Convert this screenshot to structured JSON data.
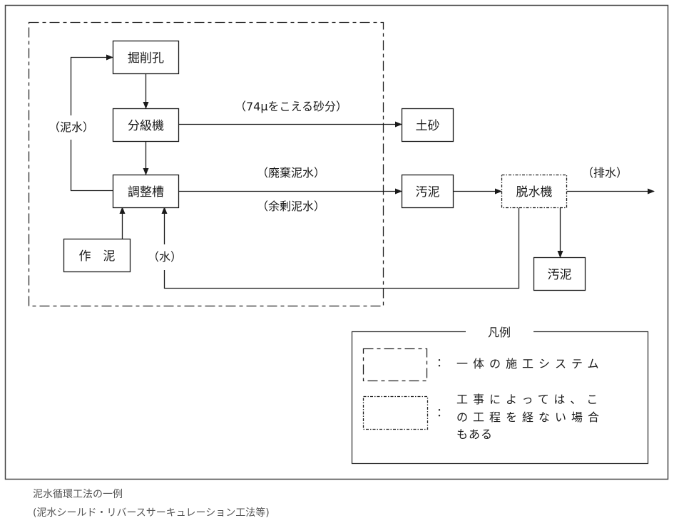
{
  "diagram": {
    "nodes": {
      "excavation_hole": "掘削孔",
      "classifier": "分級機",
      "adjustment_tank": "調整槽",
      "mud_making": "作　泥",
      "soil_sand": "土砂",
      "sludge": "汚泥",
      "dewatering_machine": "脱水機",
      "sludge_output": "汚泥"
    },
    "edge_labels": {
      "slurry_return": "（泥水）",
      "over_74_micron_sand": "（74μをこえる砂分）",
      "waste_slurry": "（廃棄泥水）",
      "surplus_slurry": "（余剰泥水）",
      "water": "（水）",
      "drainage": "（排水）"
    },
    "legend": {
      "title": "凡例",
      "items": [
        {
          "style": "dash-dot",
          "separator": "：",
          "lines": [
            "一体の施工システム"
          ]
        },
        {
          "style": "dotted",
          "separator": "：",
          "lines": [
            "工事によっては、こ",
            "の工程を経ない場合",
            "もある"
          ]
        }
      ]
    }
  },
  "caption": {
    "line1": "泥水循環工法の一例",
    "line2": "(泥水シールド・リバースサーキュレーション工法等)"
  }
}
